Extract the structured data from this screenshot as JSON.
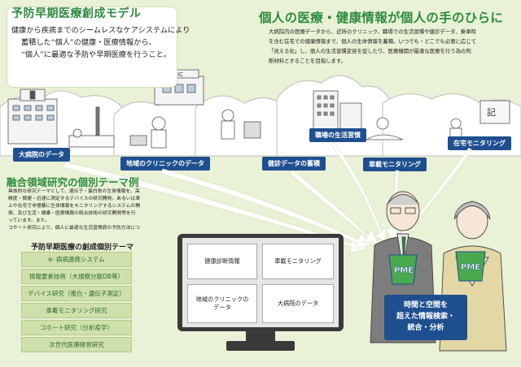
{
  "model": {
    "title": "予防早期医療創成モデル",
    "lines": [
      "健康から疾病までのシームレスなケアシステムにより",
      "蓄積した“個人”の健康・医療情報から、",
      "“個人”に最適な予防や早期医療を行うこと。"
    ]
  },
  "personal": {
    "title": "個人の医療・健康情報が個人の手のひらに",
    "lines": [
      "大病院内の医療データから、近所のクリニック、職場での生活習慣や健診データ、乗車時",
      "を含む在宅での健康情報まで、個人の生体情報を蓄積。いつでも・どこでも必要に応じて",
      "「見える化」し、個人の生活習慣変容を促したり、医療機関が最適な医療を行う為の判",
      "断材料とすることを目指します。"
    ]
  },
  "data_labels": {
    "large_hospital": "大病院のデータ",
    "clinic": "地域のクリニックのデータ",
    "checkup": "健診データの蓄積",
    "workplace": "職場の生活習慣",
    "vehicle": "車載モニタリング",
    "home": "在宅モニタリング"
  },
  "fusion": {
    "title": "融合領域研究の個別テーマ例",
    "lines": [
      "具体的な研究テーマとして、遺伝子・蛋白質の生体情報を、高",
      "精度・簡便・迅速に測定するデバイスの研究開発。あるいは車",
      "上や在宅で非侵襲に生体情報をモニタリングするシステムの開",
      "発、及び生活・健康・医療情報の統合技術の研究開発等を行",
      "っています。また、",
      "コホート研究により、個人に最適な生活習慣病の予防方法につ"
    ]
  },
  "themes": {
    "title": "予防早期医療の創成個別テーマ",
    "items": [
      "e- 病病連携システム",
      "情報要素技術（大規模分散DB等）",
      "デバイス研究（蛋白・遺伝子測定）",
      "車載モニタリング研究",
      "コホート研究（分析疫学）",
      "次世代医療経営研究"
    ]
  },
  "monitor": {
    "card_health": "健康診断情報",
    "card_vehicle": "車載モニタリング",
    "card_clinic_1": "地域のクリニックの",
    "card_clinic_2": "データ",
    "card_hospital": "大病院のデータ"
  },
  "info": {
    "line1": "時間と空間を",
    "line2": "超えた情報検索・",
    "line3": "統合・分析"
  },
  "pme_label": "PME",
  "clinic_sign": "CLINIC",
  "zaitaku_sign": "記",
  "colors": {
    "accent_green": "#2e8b3e",
    "label_blue": "#1f4f8f",
    "background": "#e9f1d6",
    "theme_green": "#cfe0ad"
  }
}
